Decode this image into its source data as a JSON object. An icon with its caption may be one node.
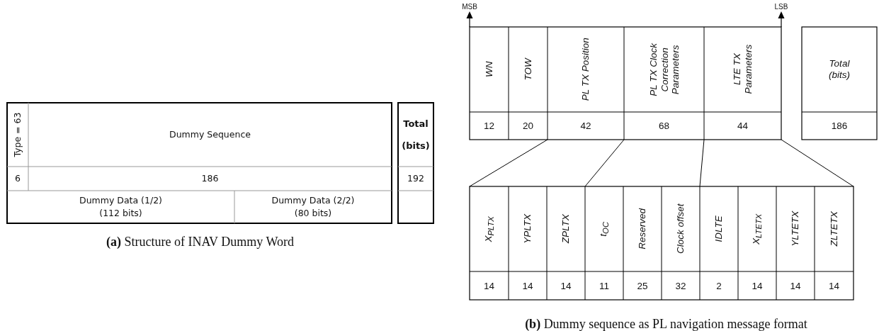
{
  "diagram": {
    "labels": [
      "MSB",
      "LSB",
      "WN",
      "TOW",
      "PL TX Position",
      "PL TX Clock Correction Parameters",
      "LTE TX Parameters",
      "Total (bits)",
      "12",
      "20",
      "42",
      "68",
      "44",
      "186",
      "Type = 63",
      "Dummy Sequence",
      "Total (bits)",
      "6",
      "186",
      "192",
      "Dummy Data (1/2) (112 bits)",
      "Dummy Data (2/2) (80 bits)",
      "**(a)** Structure of INAV Dummy Word",
      "X$_{PLTX}$",
      "YPLTX",
      "ZPLTX",
      "t$_{OC}$",
      "Reserved",
      "Clock offset",
      "IDLTE",
      "X$_{LTETX}$",
      "YLTETX",
      "ZLTETX",
      "14",
      "14",
      "14",
      "11",
      "25",
      "32",
      "2",
      "14",
      "14",
      "14",
      "**(b)** Dummy sequence as PL navigation message format"
    ]
  }
}
